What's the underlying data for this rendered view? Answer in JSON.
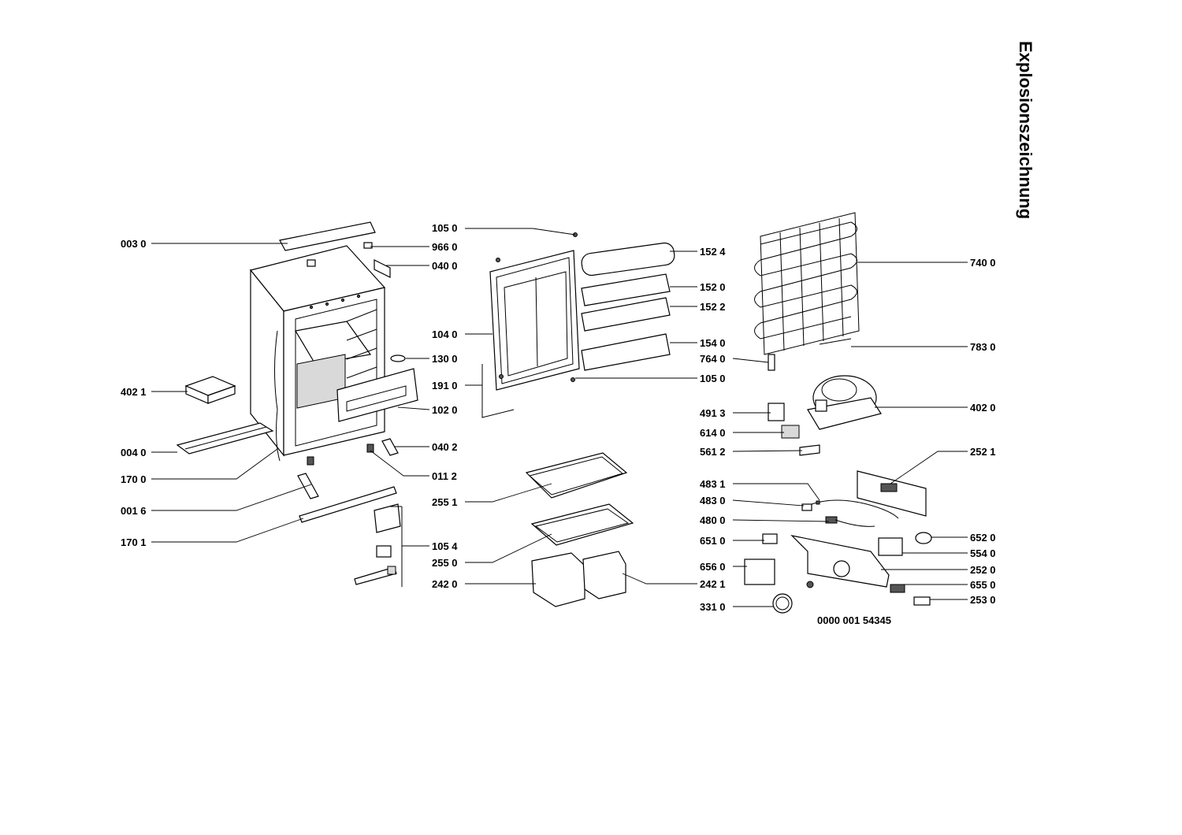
{
  "title": "Explosionszeichnung",
  "drawing_number": "0000 001 54345",
  "colors": {
    "line": "#000000",
    "background": "#ffffff"
  },
  "parts": [
    {
      "label": "003 0"
    },
    {
      "label": "966 0"
    },
    {
      "label": "040 0"
    },
    {
      "label": "105 0"
    },
    {
      "label": "152 4"
    },
    {
      "label": "152 0"
    },
    {
      "label": "152 2"
    },
    {
      "label": "104 0"
    },
    {
      "label": "130 0"
    },
    {
      "label": "154 0"
    },
    {
      "label": "764 0"
    },
    {
      "label": "105 0"
    },
    {
      "label": "402 1"
    },
    {
      "label": "191 0"
    },
    {
      "label": "102 0"
    },
    {
      "label": "004 0"
    },
    {
      "label": "040 2"
    },
    {
      "label": "170 0"
    },
    {
      "label": "011 2"
    },
    {
      "label": "001 6"
    },
    {
      "label": "170 1"
    },
    {
      "label": "105 4"
    },
    {
      "label": "255 1"
    },
    {
      "label": "255 0"
    },
    {
      "label": "242 0"
    },
    {
      "label": "242 1"
    },
    {
      "label": "740 0"
    },
    {
      "label": "783 0"
    },
    {
      "label": "491 3"
    },
    {
      "label": "402 0"
    },
    {
      "label": "614 0"
    },
    {
      "label": "561 2"
    },
    {
      "label": "252 1"
    },
    {
      "label": "483 1"
    },
    {
      "label": "483 0"
    },
    {
      "label": "480 0"
    },
    {
      "label": "651 0"
    },
    {
      "label": "652 0"
    },
    {
      "label": "554 0"
    },
    {
      "label": "656 0"
    },
    {
      "label": "252 0"
    },
    {
      "label": "655 0"
    },
    {
      "label": "331 0"
    },
    {
      "label": "253 0"
    }
  ]
}
